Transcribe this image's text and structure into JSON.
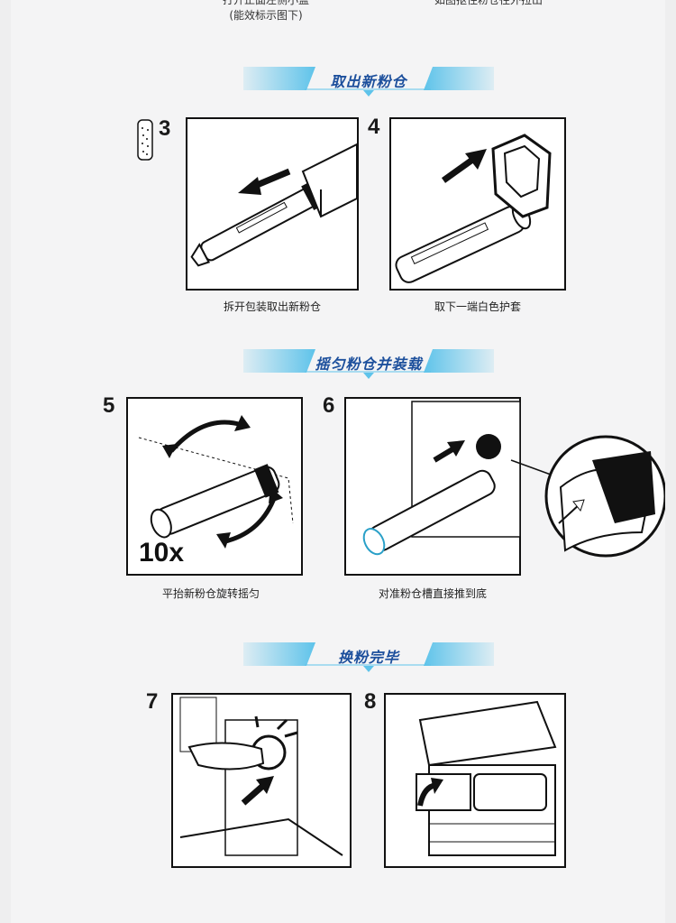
{
  "top": {
    "left_line1": "打开正面左侧小盖",
    "left_line2": "(能效标示图下)",
    "right_line1": "如图抠住粉仓往外拉出"
  },
  "sections": [
    {
      "title": "取出新粉仓"
    },
    {
      "title": "摇匀粉仓并装载"
    },
    {
      "title": "换粉完毕"
    }
  ],
  "steps": [
    {
      "num": "3",
      "caption": "拆开包装取出新粉仓"
    },
    {
      "num": "4",
      "caption": "取下一端白色护套"
    },
    {
      "num": "5",
      "caption": "平抬新粉仓旋转摇匀",
      "badge": "10x"
    },
    {
      "num": "6",
      "caption": "对准粉仓槽直接推到底"
    },
    {
      "num": "7",
      "caption": ""
    },
    {
      "num": "8",
      "caption": ""
    }
  ],
  "colors": {
    "banner_title": "#1c4f9c",
    "banner_accent": "#5ec3ea",
    "line_art": "#111111"
  }
}
